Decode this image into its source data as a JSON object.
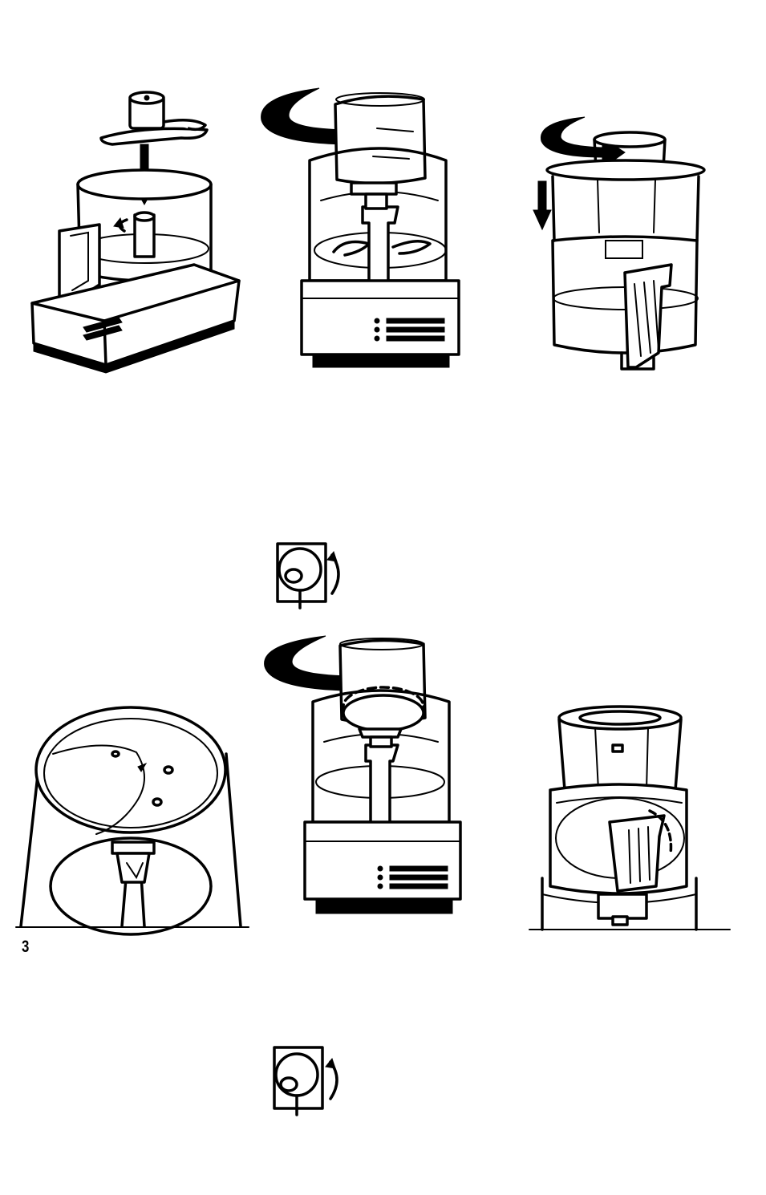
{
  "page": {
    "page_number": "3",
    "ink_color": "#000000",
    "paper_color": "#ffffff"
  },
  "figures": [
    {
      "id": "fig-1",
      "depicts": "blade-being-lowered-onto-food-processor-base"
    },
    {
      "id": "fig-2",
      "depicts": "feed-tube-lid-being-twisted-onto-bowl"
    },
    {
      "id": "fig-3",
      "depicts": "cover-being-locked-onto-bowl"
    },
    {
      "id": "fig-4",
      "depicts": "rotate-switch-icon"
    },
    {
      "id": "fig-5",
      "depicts": "disc-lid-being-twisted-onto-bowl"
    },
    {
      "id": "fig-6",
      "depicts": "bowl-with-disc-top-view"
    },
    {
      "id": "fig-7",
      "depicts": "assembled-food-processor"
    },
    {
      "id": "fig-8",
      "depicts": "rotate-switch-icon"
    }
  ]
}
